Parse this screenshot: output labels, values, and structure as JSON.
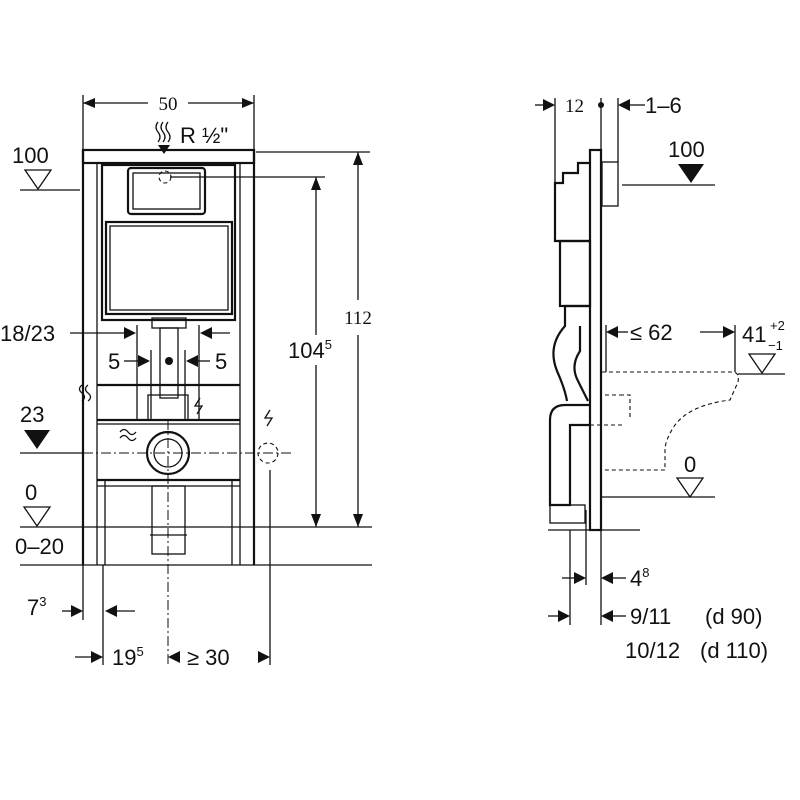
{
  "front_view": {
    "width_label": "50",
    "water_connection_label": "R ½\"",
    "height_total_label": "112",
    "height_flush_main": "104",
    "height_flush_sup": "5",
    "level_100_label": "100",
    "outlet_spacing_label": "18/23",
    "offset_left_label": "5",
    "offset_right_label": "5",
    "level_23_label": "23",
    "level_0_label": "0",
    "floor_range_label": "0–20",
    "leg_offset_main": "7",
    "leg_offset_sup": "3",
    "center_offset_main": "19",
    "center_offset_sup": "5",
    "side_clearance_label": "≥ 30"
  },
  "side_view": {
    "depth_label": "12",
    "plate_range_label": "1–6",
    "level_100_label": "100",
    "bowl_projection_label": "≤ 62",
    "seat_height_main": "41",
    "seat_height_tol_plus": "+2",
    "seat_height_tol_minus": "−1",
    "level_0_label": "0",
    "pipe_offset_main": "4",
    "pipe_offset_sup": "8",
    "d90_offset_label": "9/11",
    "d90_label": "(d 90)",
    "d110_offset_label": "10/12",
    "d110_label": "(d 110)"
  }
}
